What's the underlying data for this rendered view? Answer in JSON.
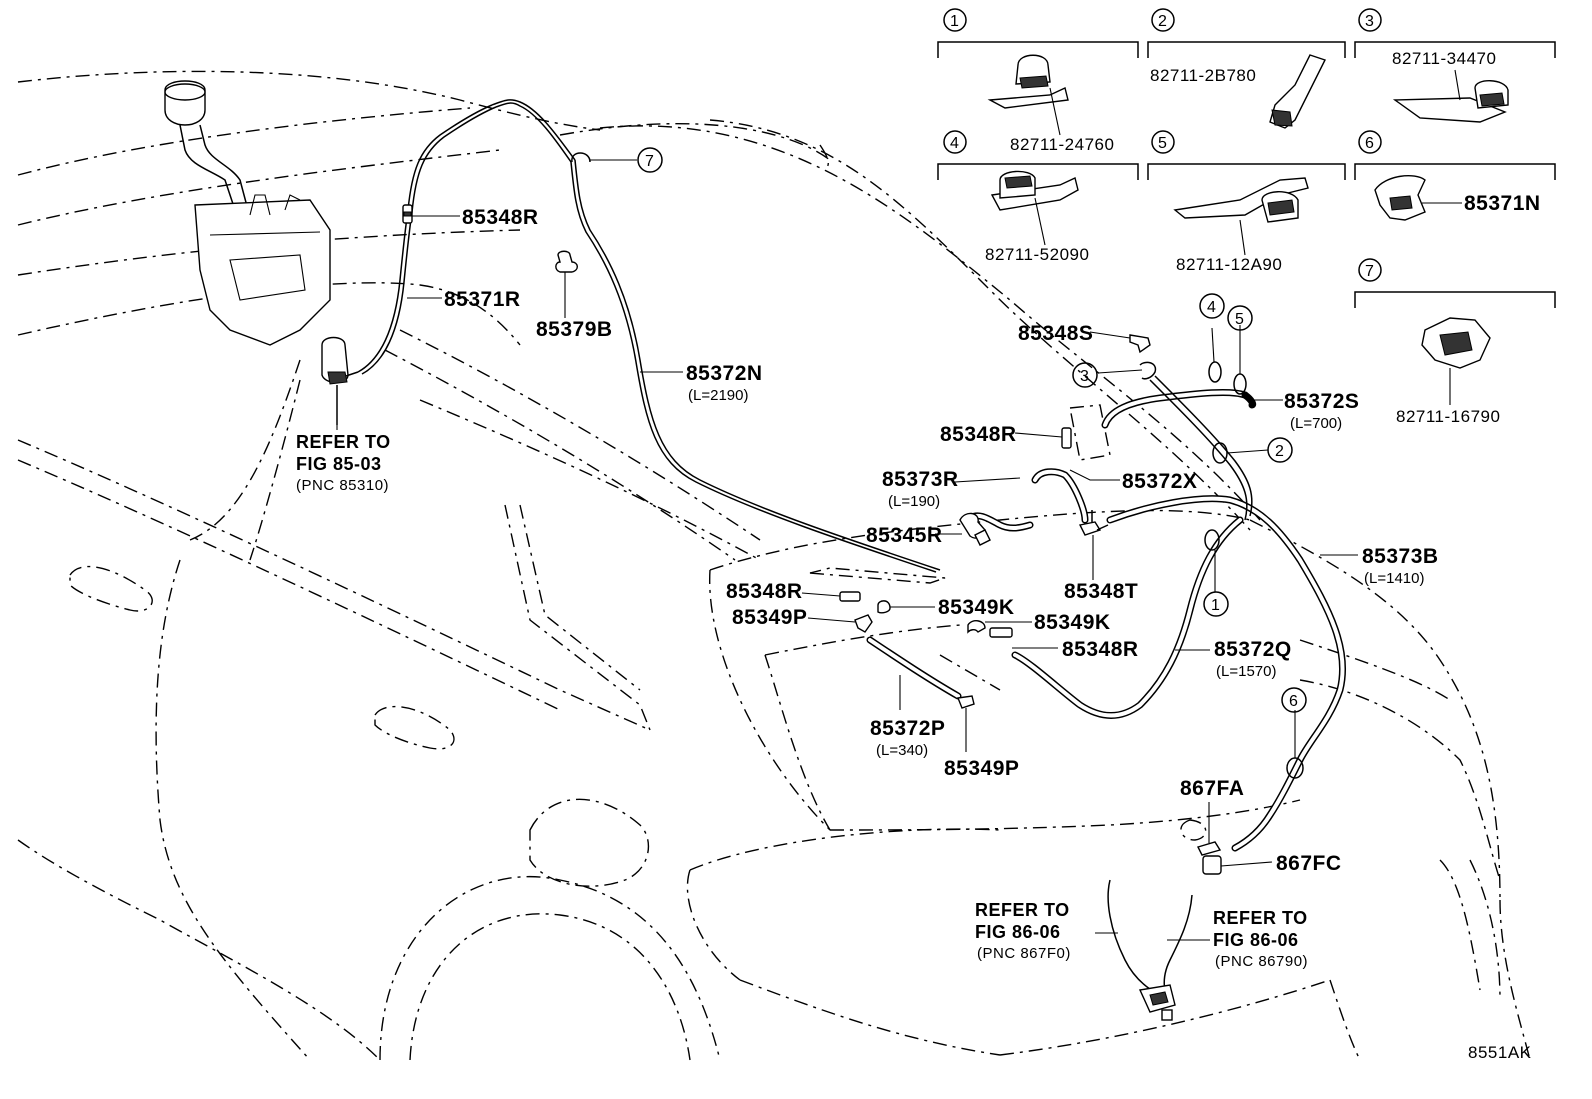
{
  "labels": {
    "l85348R_a": "85348R",
    "l85371R": "85371R",
    "l85379B": "85379B",
    "l85372N": "85372N",
    "l85372N_len": "(L=2190)",
    "l85348S": "85348S",
    "l85372S": "85372S",
    "l85372S_len": "(L=700)",
    "l85348R_b": "85348R",
    "l85373R": "85373R",
    "l85373R_len": "(L=190)",
    "l85372X": "85372X",
    "l85345R": "85345R",
    "l85348T": "85348T",
    "l85373B": "85373B",
    "l85373B_len": "(L=1410)",
    "l85348R_c": "85348R",
    "l85349K_a": "85349K",
    "l85349P_a": "85349P",
    "l85349K_b": "85349K",
    "l85348R_d": "85348R",
    "l85372Q": "85372Q",
    "l85372Q_len": "(L=1570)",
    "l85372P": "85372P",
    "l85372P_len": "(L=340)",
    "l85349P_b": "85349P",
    "l867FA": "867FA",
    "l867FC": "867FC",
    "diagram_code": "8551AK"
  },
  "refs": {
    "ref1_l1": "REFER TO",
    "ref1_l2": "FIG 85-03",
    "ref1_l3": "(PNC 85310)",
    "ref2_l1": "REFER TO",
    "ref2_l2": "FIG 86-06",
    "ref2_l3": "(PNC 867F0)",
    "ref3_l1": "REFER TO",
    "ref3_l2": "FIG 86-06",
    "ref3_l3": "(PNC 86790)"
  },
  "callouts": [
    "1",
    "2",
    "3",
    "4",
    "5",
    "6",
    "7"
  ],
  "inset": {
    "p1": "82711-24760",
    "p2": "82711-2B780",
    "p3": "82711-34470",
    "p4": "82711-52090",
    "p5": "82711-12A90",
    "p6": "85371N",
    "p7": "82711-16790"
  }
}
